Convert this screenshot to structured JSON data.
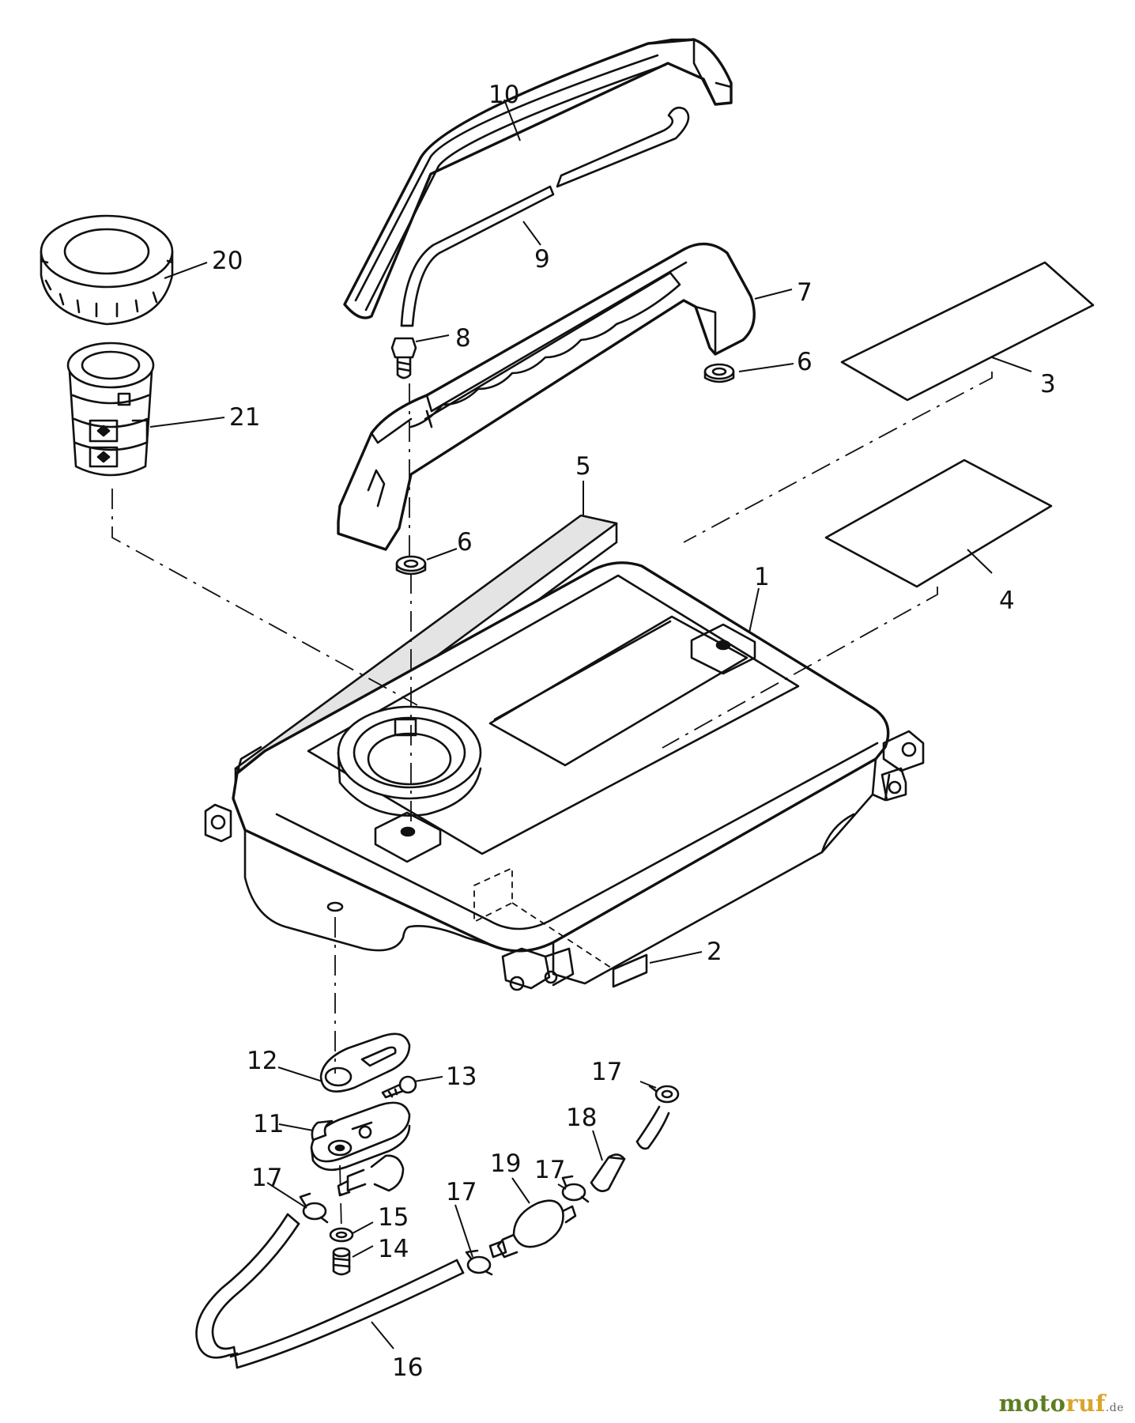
{
  "callouts": [
    {
      "id": "c1",
      "text": "1"
    },
    {
      "id": "c2",
      "text": "2"
    },
    {
      "id": "c3",
      "text": "3"
    },
    {
      "id": "c4",
      "text": "4"
    },
    {
      "id": "c5",
      "text": "5"
    },
    {
      "id": "c6a",
      "text": "6"
    },
    {
      "id": "c6b",
      "text": "6"
    },
    {
      "id": "c7",
      "text": "7"
    },
    {
      "id": "c8",
      "text": "8"
    },
    {
      "id": "c9",
      "text": "9"
    },
    {
      "id": "c10",
      "text": "10"
    },
    {
      "id": "c11",
      "text": "11"
    },
    {
      "id": "c12",
      "text": "12"
    },
    {
      "id": "c13",
      "text": "13"
    },
    {
      "id": "c14",
      "text": "14"
    },
    {
      "id": "c15",
      "text": "15"
    },
    {
      "id": "c16",
      "text": "16"
    },
    {
      "id": "c17a",
      "text": "17"
    },
    {
      "id": "c17b",
      "text": "17"
    },
    {
      "id": "c17c",
      "text": "17"
    },
    {
      "id": "c17d",
      "text": "17"
    },
    {
      "id": "c18",
      "text": "18"
    },
    {
      "id": "c19",
      "text": "19"
    },
    {
      "id": "c20",
      "text": "20"
    },
    {
      "id": "c21",
      "text": "21"
    }
  ],
  "watermark": {
    "brand_a": "moto",
    "brand_b": "ruf",
    "tld": ".de"
  }
}
